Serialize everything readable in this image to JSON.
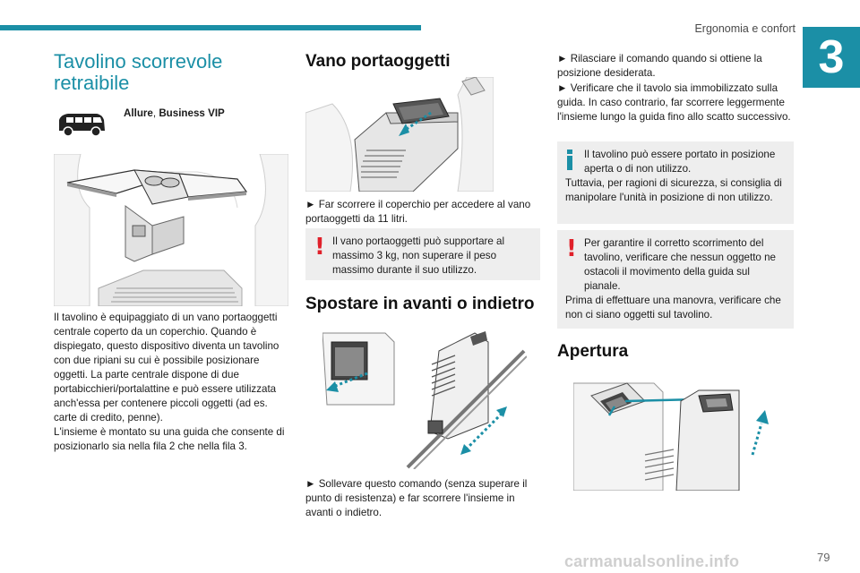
{
  "header": {
    "section": "Ergonomia e confort",
    "chapter": "3",
    "page_number": "79"
  },
  "watermark": "carmanualsonline.info",
  "col1": {
    "title": "Tavolino scorrevole retraibile",
    "versions_bold1": "Allure",
    "versions_sep": ", ",
    "versions_bold2": "Business VIP",
    "paragraph": "Il tavolino è equipaggiato di un vano portaoggetti centrale coperto da un coperchio. Quando è dispiegato, questo dispositivo diventa un tavolino con due ripiani su cui è possibile posizionare oggetti. La parte centrale dispone di due portabicchieri/portalattine e può essere utilizzata anch'essa per contenere piccoli oggetti (ad es. carte di credito, penne).",
    "paragraph2": "L'insieme è montato su una guida che consente di posizionarlo sia nella fila 2 che nella fila 3."
  },
  "col2": {
    "heading1": "Vano portaoggetti",
    "step1": "► Far scorrere il coperchio per accedere al vano portaoggetti da 11 litri.",
    "warning1_first": "Il vano portaoggetti può supportare al massimo 3 kg, non superare il peso massimo durante il suo utilizzo.",
    "heading2": "Spostare in avanti o indietro",
    "step2": "► Sollevare questo comando (senza superare il punto di resistenza) e far scorrere l'insieme in avanti o indietro."
  },
  "col3": {
    "step3a": "► Rilasciare il comando quando si ottiene la posizione desiderata.",
    "step3b": "► Verificare che il tavolo sia immobilizzato sulla guida. In caso contrario, far scorrere leggermente l'insieme lungo la guida fino allo scatto successivo.",
    "info_first": "Il tavolino può essere portato in posizione aperta o di non utilizzo.",
    "info_rest": "Tuttavia, per ragioni di sicurezza, si consiglia di manipolare l'unità in posizione di non utilizzo.",
    "warning2_first": "Per garantire il corretto scorrimento del tavolino, verificare che nessun oggetto ne ostacoli il movimento della guida sul pianale.",
    "warning2_rest": "Prima di effettuare una manovra, verificare che non ci siano oggetti sul tavolino.",
    "heading3": "Apertura"
  },
  "colors": {
    "accent": "#1b8fa6",
    "warning": "#e0202a",
    "note_bg": "#eeeeee"
  },
  "icons": {
    "car": "van-silhouette-icon",
    "warning": "exclamation-icon",
    "info": "info-icon"
  }
}
